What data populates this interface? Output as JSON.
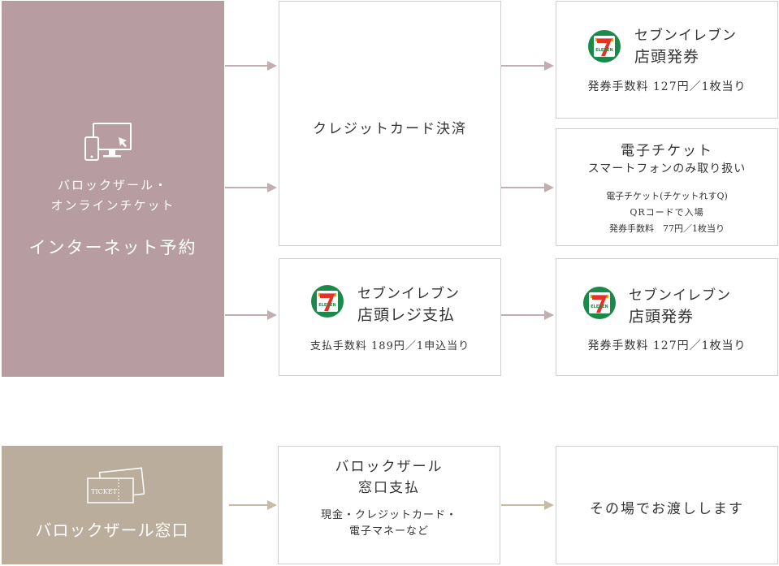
{
  "internet": {
    "subtitle_line1": "バロックザール・",
    "subtitle_line2": "オンラインチケット",
    "title": "インターネット予約",
    "icon": "computer-smartphone-icon"
  },
  "counter": {
    "title": "バロックザール窓口",
    "ticket_text": "TICKET",
    "icon": "ticket-icon"
  },
  "credit_card": {
    "label": "クレジットカード決済"
  },
  "seven_top": {
    "name_line1": "セブンイレブン",
    "name_line2": "店頭発券",
    "fee": "発券手数料 127円／1枚当り",
    "logo_text": "ELEVEN",
    "logo_icon": "seven-eleven-logo-icon"
  },
  "eticket": {
    "title": "電子チケット",
    "subtitle": "スマートフォンのみ取り扱い",
    "detail1": "電子チケット(チケットれすQ)",
    "detail2": "QRコードで入場",
    "detail3": "発券手数料　77円／1枚当り"
  },
  "seven_register": {
    "name_line1": "セブンイレブン",
    "name_line2": "店頭レジ支払",
    "fee": "支払手数料 189円／1申込当り",
    "logo_text": "ELEVEN",
    "logo_icon": "seven-eleven-logo-icon"
  },
  "seven_bottom": {
    "name_line1": "セブンイレブン",
    "name_line2": "店頭発券",
    "fee": "発券手数料 127円／1枚当り",
    "logo_text": "ELEVEN",
    "logo_icon": "seven-eleven-logo-icon"
  },
  "counter_payment": {
    "title_line1": "バロックザール",
    "title_line2": "窓口支払",
    "methods_line1": "現金・クレジットカード・",
    "methods_line2": "電子マネーなど"
  },
  "handover": {
    "label": "その場でお渡しします"
  },
  "colors": {
    "internet_bg": "#b79da1",
    "counter_bg": "#bbad9b",
    "seven_green": "#1a8a4a",
    "seven_red": "#e43226",
    "seven_orange": "#f39800"
  }
}
